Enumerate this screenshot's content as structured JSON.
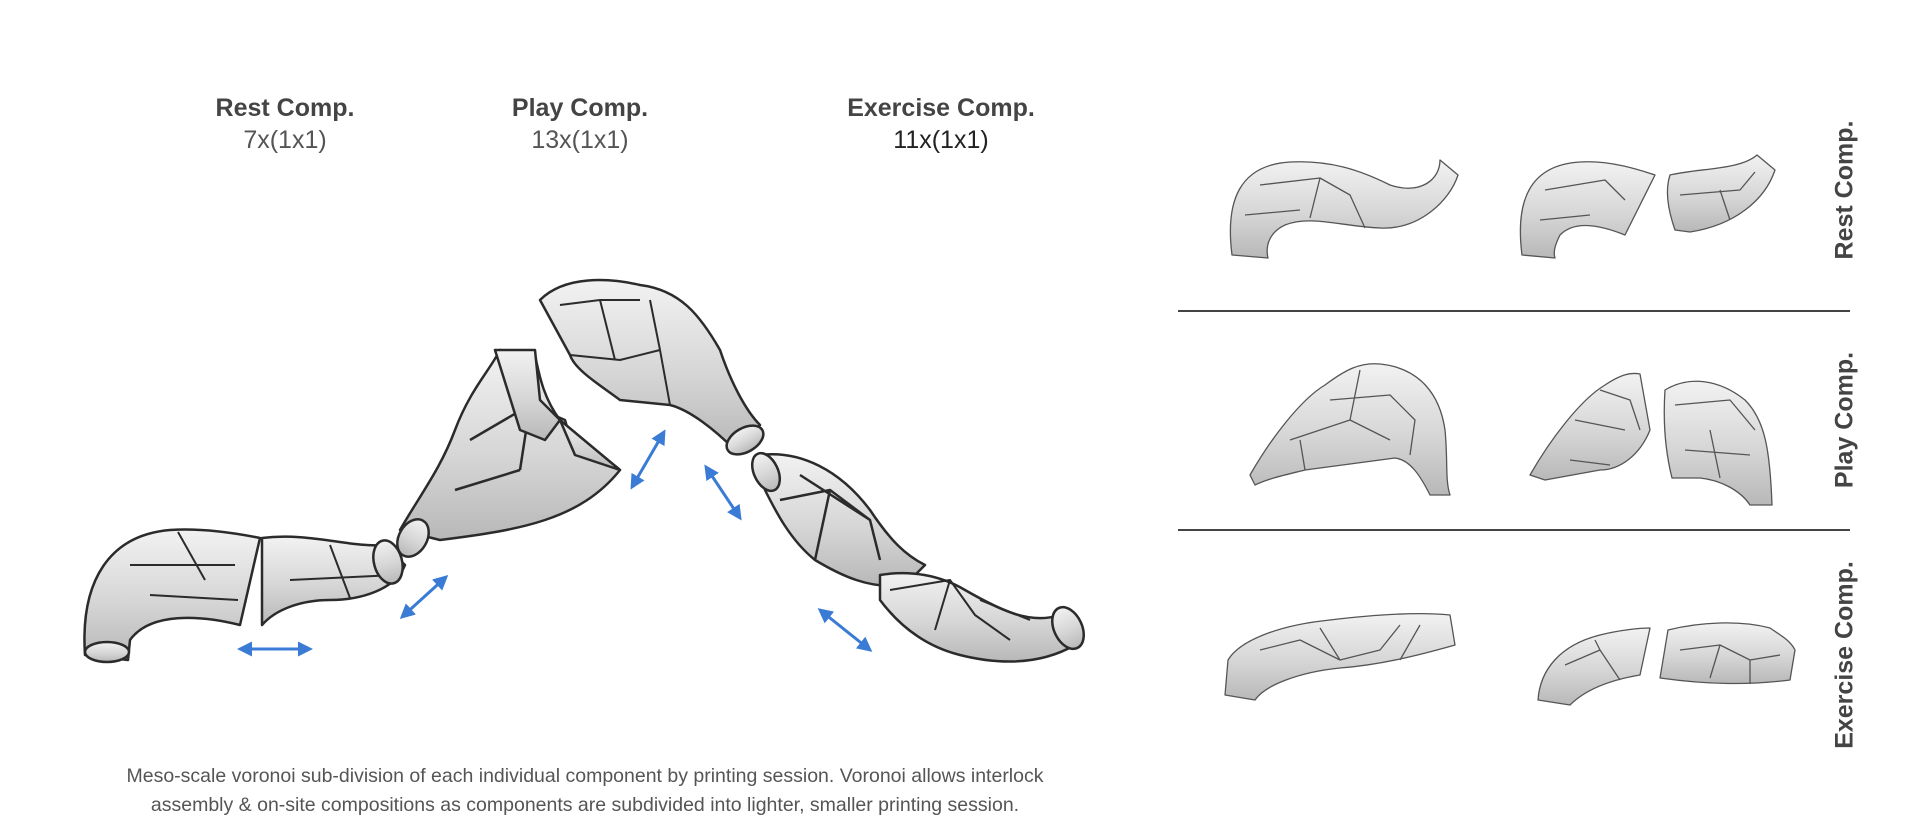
{
  "headings": [
    {
      "title": "Rest Comp.",
      "count": "7x(1x1)"
    },
    {
      "title": "Play Comp.",
      "count": "13x(1x1)"
    },
    {
      "title": "Exercise Comp.",
      "count": "11x(1x1)"
    }
  ],
  "caption": {
    "line1": "Meso-scale voronoi sub-division of each individual component by printing session. Voronoi allows interlock",
    "line2": "assembly & on-site compositions as components are subdivided into lighter, smaller printing session."
  },
  "row_labels": {
    "rest": "Rest Comp.",
    "play": "Play Comp.",
    "exercise": "Exercise Comp."
  },
  "colors": {
    "arrow": "#3a7bd5",
    "shape_fill": "#d9d9d9",
    "shape_stroke": "#2b2b2b",
    "divider": "#444444"
  }
}
